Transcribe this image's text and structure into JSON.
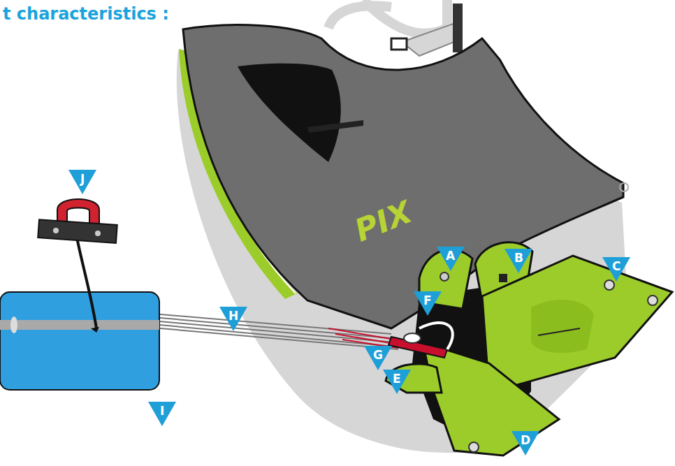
{
  "diagram": {
    "title": "t characteristics :",
    "labels": [
      "J",
      "A",
      "B",
      "C",
      "F",
      "H",
      "G",
      "E",
      "I",
      "D",
      "PIX"
    ]
  }
}
